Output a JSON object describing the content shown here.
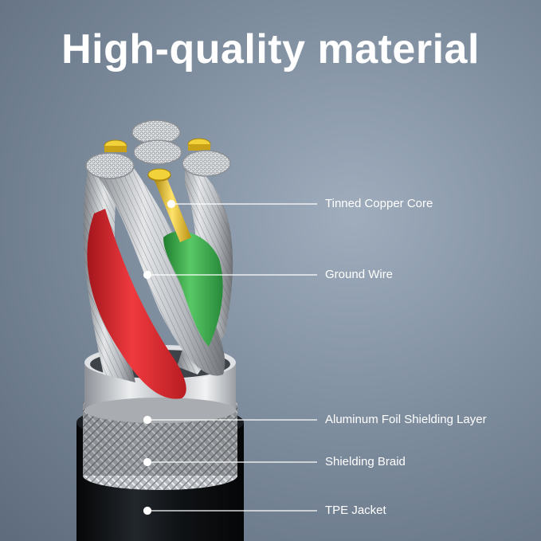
{
  "headline": "High-quality material",
  "callouts": {
    "tinned_copper_core": "Tinned Copper Core",
    "ground_wire": "Ground Wire",
    "aluminum_foil": "Aluminum Foil Shielding Layer",
    "shielding_braid": "Shielding Braid",
    "tpe_jacket": "TPE Jacket"
  },
  "colors": {
    "background": "#7f8e9f",
    "red_wire": "#d8262c",
    "green_wire": "#3aa64a",
    "copper_core": "#e0b81c",
    "strand_silver": "#c9ccd0",
    "jacket": "#111417",
    "text": "#ffffff"
  }
}
